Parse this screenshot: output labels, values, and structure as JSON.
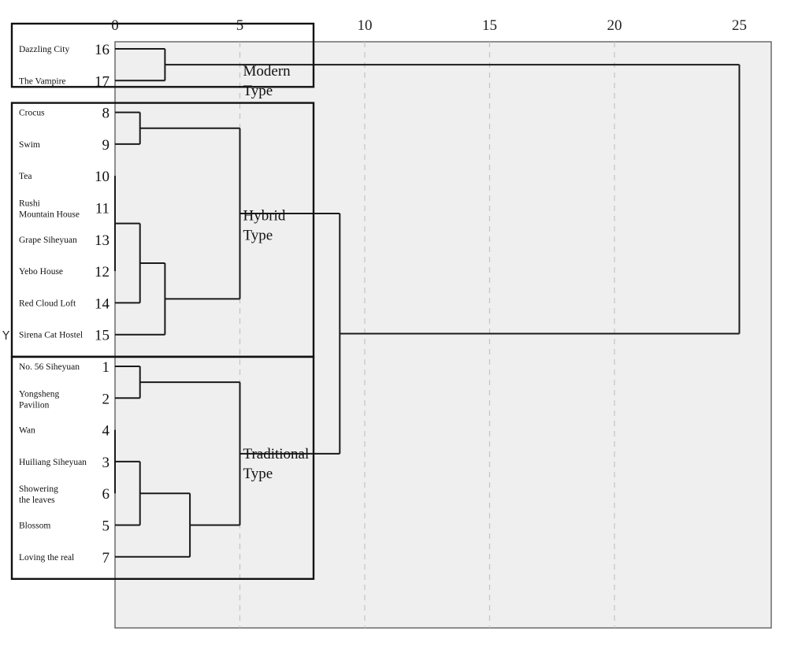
{
  "chart_data": {
    "type": "dendrogram",
    "title": "",
    "xlabel": "",
    "ylabel": "",
    "xlim": [
      0,
      25
    ],
    "x_ticks": [
      0,
      5,
      10,
      15,
      20,
      25
    ],
    "grid": "vertical dashed",
    "side_marker": "Y",
    "leaves": [
      {
        "id": 16,
        "name": [
          "Dazzling City"
        ]
      },
      {
        "id": 17,
        "name": [
          "The Vampire"
        ]
      },
      {
        "id": 8,
        "name": [
          "Crocus"
        ]
      },
      {
        "id": 9,
        "name": [
          "Swim"
        ]
      },
      {
        "id": 10,
        "name": [
          "Tea"
        ]
      },
      {
        "id": 11,
        "name": [
          "Rushi",
          "Mountain House"
        ]
      },
      {
        "id": 13,
        "name": [
          "Grape Siheyuan"
        ]
      },
      {
        "id": 12,
        "name": [
          "Yebo House"
        ]
      },
      {
        "id": 14,
        "name": [
          "Red Cloud Loft"
        ]
      },
      {
        "id": 15,
        "name": [
          "Sirena Cat Hostel"
        ]
      },
      {
        "id": 1,
        "name": [
          "No. 56 Siheyuan"
        ]
      },
      {
        "id": 2,
        "name": [
          "Yongsheng",
          "Pavilion"
        ]
      },
      {
        "id": 4,
        "name": [
          "Wan"
        ]
      },
      {
        "id": 3,
        "name": [
          "Huiliang Siheyuan"
        ]
      },
      {
        "id": 6,
        "name": [
          "Showering",
          "the leaves"
        ]
      },
      {
        "id": 5,
        "name": [
          "Blossom"
        ]
      },
      {
        "id": 7,
        "name": [
          "Loving the real"
        ]
      }
    ],
    "merges": [
      {
        "a": [
          16
        ],
        "b": [
          17
        ],
        "height": 2.0
      },
      {
        "a": [
          8
        ],
        "b": [
          9
        ],
        "height": 1.0
      },
      {
        "a": [
          10,
          11,
          13,
          12
        ],
        "b": [
          14
        ],
        "height": 1.0
      },
      {
        "a": [
          10,
          11,
          13,
          12,
          14
        ],
        "b": [
          15
        ],
        "height": 2.0
      },
      {
        "a": [
          8,
          9
        ],
        "b": [
          10,
          11,
          13,
          12,
          14,
          15
        ],
        "height": 5.0
      },
      {
        "a": [
          1
        ],
        "b": [
          2
        ],
        "height": 1.0
      },
      {
        "a": [
          4,
          3,
          6
        ],
        "b": [
          5
        ],
        "height": 1.0
      },
      {
        "a": [
          4,
          3,
          6,
          5
        ],
        "b": [
          7
        ],
        "height": 3.0
      },
      {
        "a": [
          1,
          2
        ],
        "b": [
          4,
          3,
          6,
          5,
          7
        ],
        "height": 5.0
      },
      {
        "a": [
          8,
          9,
          10,
          11,
          13,
          12,
          14,
          15
        ],
        "b": [
          1,
          2,
          4,
          3,
          6,
          5,
          7
        ],
        "height": 9.0
      },
      {
        "a": [
          16,
          17
        ],
        "b": [
          8,
          9,
          10,
          11,
          13,
          12,
          14,
          15,
          1,
          2,
          4,
          3,
          6,
          5,
          7
        ],
        "height": 25.0
      }
    ],
    "groups": [
      {
        "label": [
          "Modern",
          "Type"
        ],
        "leaves": [
          16,
          17
        ]
      },
      {
        "label": [
          "Hybrid",
          "Type"
        ],
        "leaves": [
          8,
          9,
          10,
          11,
          13,
          12,
          14,
          15
        ]
      },
      {
        "label": [
          "Traditional",
          "Type"
        ],
        "leaves": [
          1,
          2,
          4,
          3,
          6,
          5,
          7
        ]
      }
    ]
  }
}
